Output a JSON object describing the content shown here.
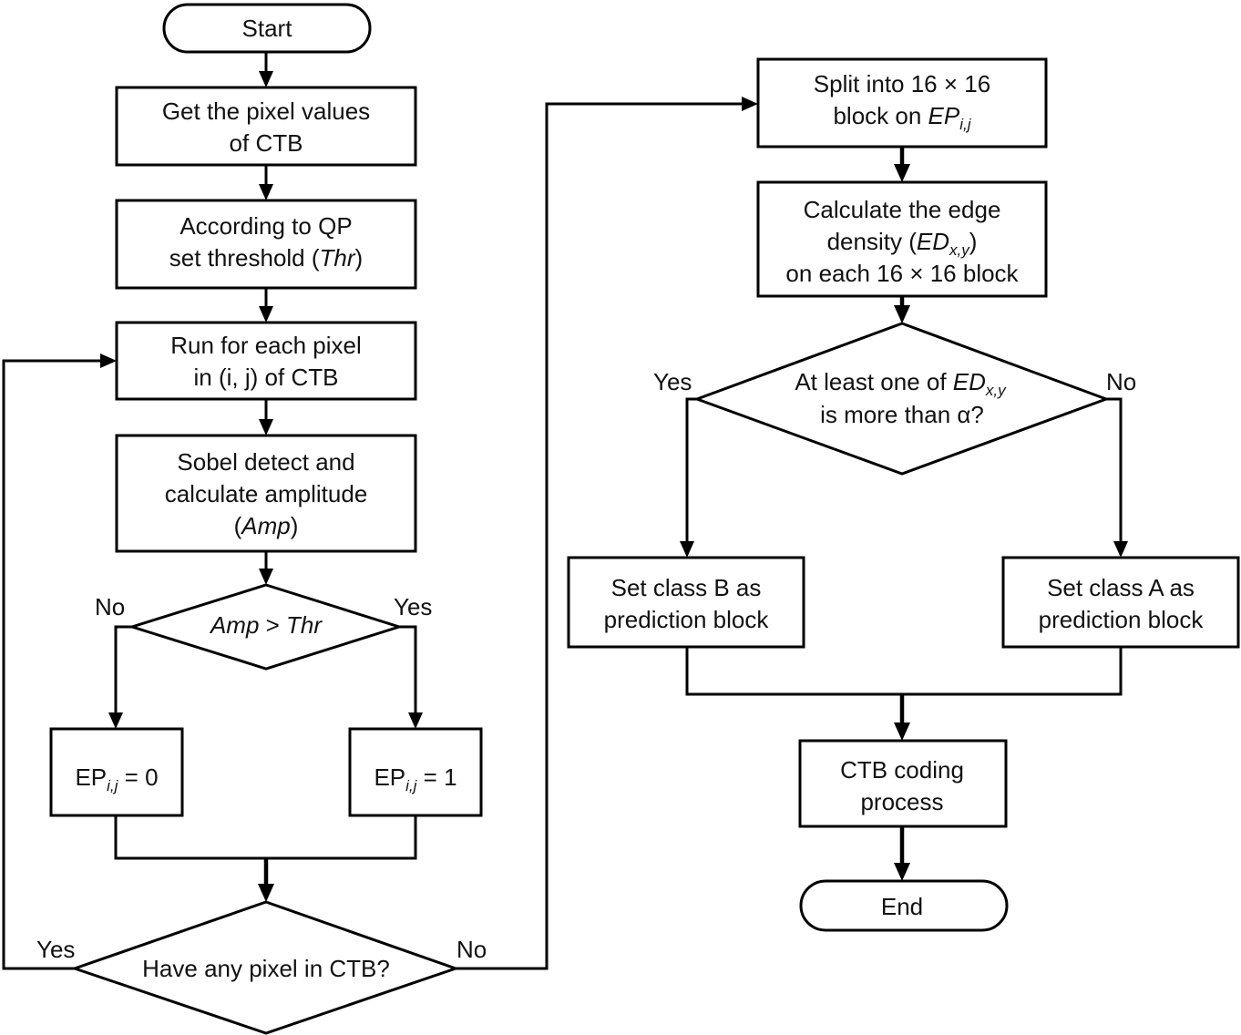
{
  "nodes": {
    "start": {
      "text": "Start"
    },
    "get_pixels": {
      "line1": "Get the pixel values",
      "line2": "of CTB"
    },
    "threshold": {
      "line1": "According to QP",
      "line2_pre": "set threshold (",
      "line2_italic": "Thr",
      "line2_post": ")"
    },
    "run_each": {
      "line1": "Run for each pixel",
      "line2": "in (i, j) of CTB"
    },
    "sobel": {
      "line1": "Sobel  detect and",
      "line2": "calculate amplitude",
      "line3_pre": "(",
      "line3_italic": "Amp",
      "line3_post": ")"
    },
    "amp_compare": {
      "left": "Amp",
      "op": " > ",
      "right": "Thr"
    },
    "ep0": {
      "base": "EP",
      "sub": "i,j",
      "rest": " = 0"
    },
    "ep1": {
      "base": "EP",
      "sub": "i,j",
      "rest": " = 1"
    },
    "have_any": {
      "text": "Have any pixel in CTB?"
    },
    "split": {
      "line1": "Split into 16 × 16",
      "line2_pre": "block on ",
      "line2_base": "EP",
      "line2_sub": "i,j"
    },
    "calc_ed": {
      "line1": "Calculate the edge",
      "line2_pre": "density (",
      "line2_base": "ED",
      "line2_sub": "x,y",
      "line2_post": ")",
      "line3": "on each 16 × 16 block"
    },
    "at_least": {
      "line1_pre": "At least one of ",
      "line1_base": "ED",
      "line1_sub": "x,y",
      "line2": "is more than α?"
    },
    "class_b": {
      "line1": "Set class B as",
      "line2": "prediction block"
    },
    "class_a": {
      "line1": "Set class A as",
      "line2": "prediction block"
    },
    "ctb_coding": {
      "line1": "CTB coding",
      "line2": "process"
    },
    "end": {
      "text": "End"
    }
  },
  "labels": {
    "amp_no": "No",
    "amp_yes": "Yes",
    "have_yes": "Yes",
    "have_no": "No",
    "ed_yes": "Yes",
    "ed_no": "No"
  }
}
